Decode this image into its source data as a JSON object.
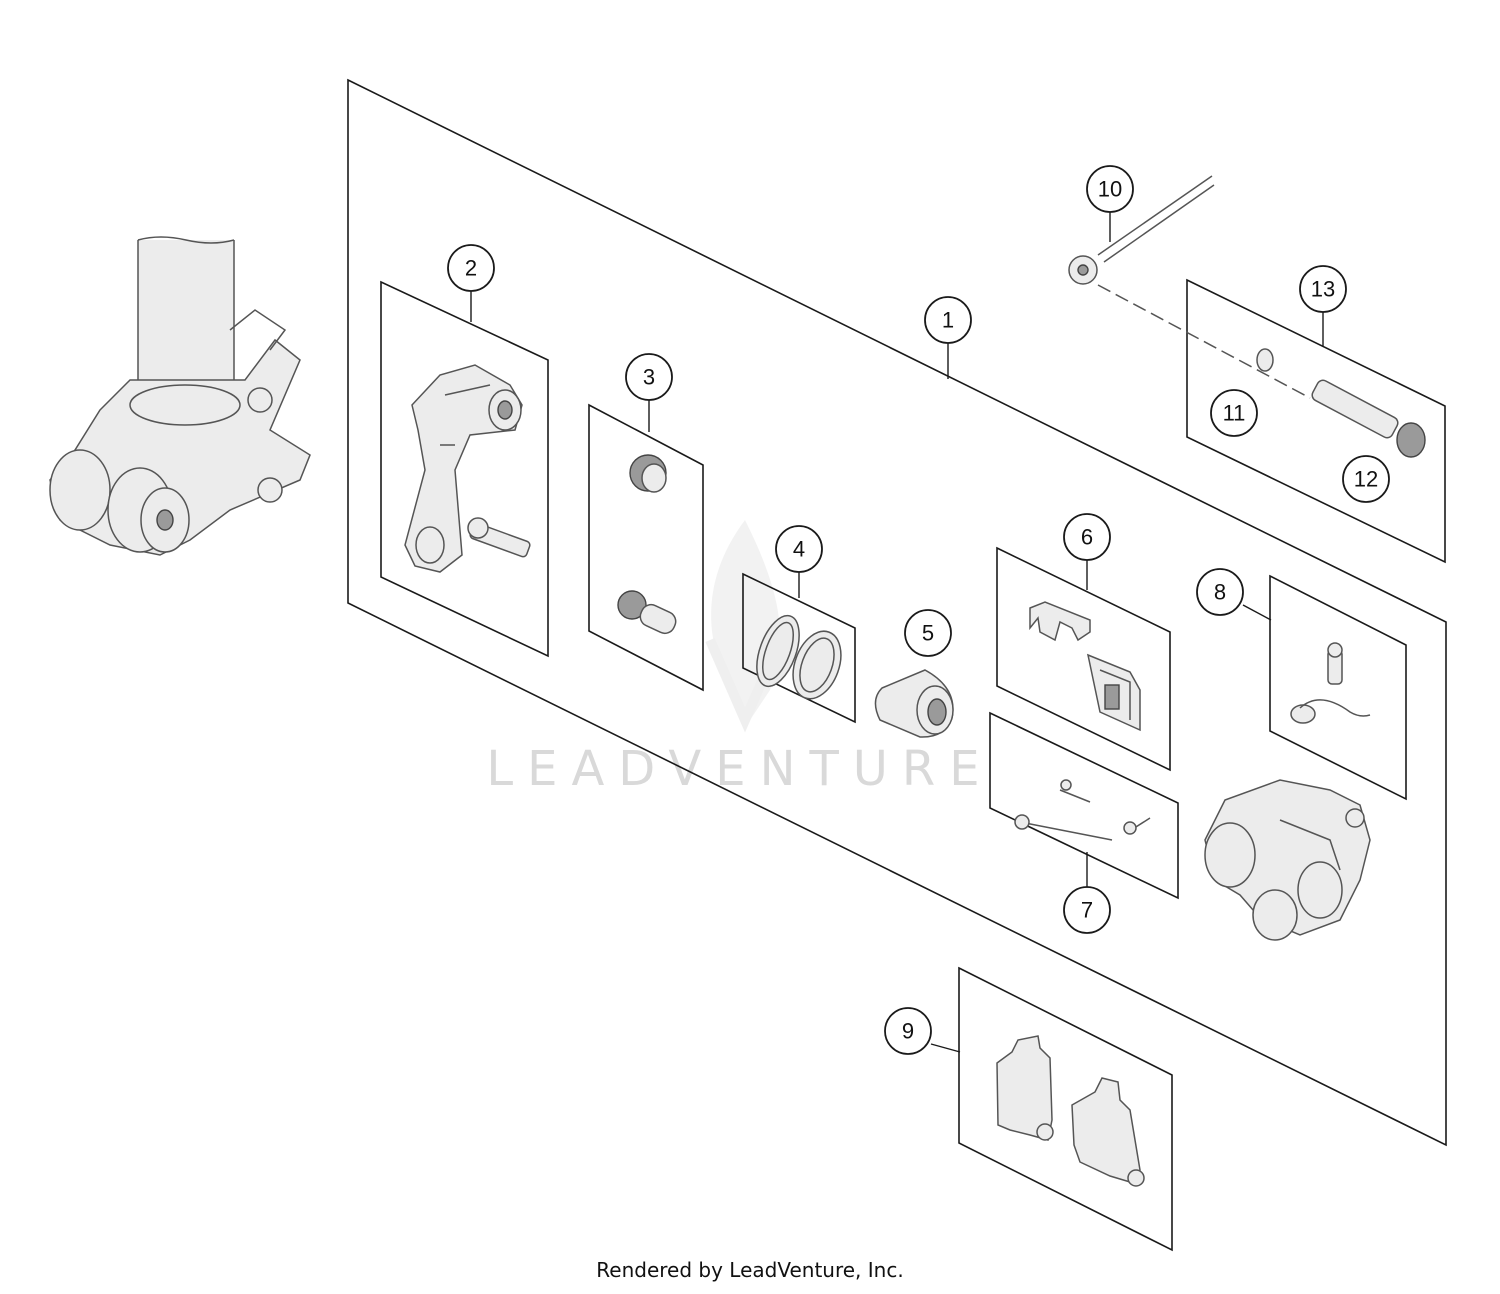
{
  "callouts": [
    "1",
    "2",
    "3",
    "4",
    "5",
    "6",
    "7",
    "8",
    "9",
    "10",
    "11",
    "12",
    "13"
  ],
  "watermark": "LEADVENTURE",
  "footer": "Rendered by LeadVenture, Inc.",
  "colors": {
    "line": "#1a1a1a",
    "part_fill": "#ececec",
    "watermark": "#d9d9d9"
  }
}
